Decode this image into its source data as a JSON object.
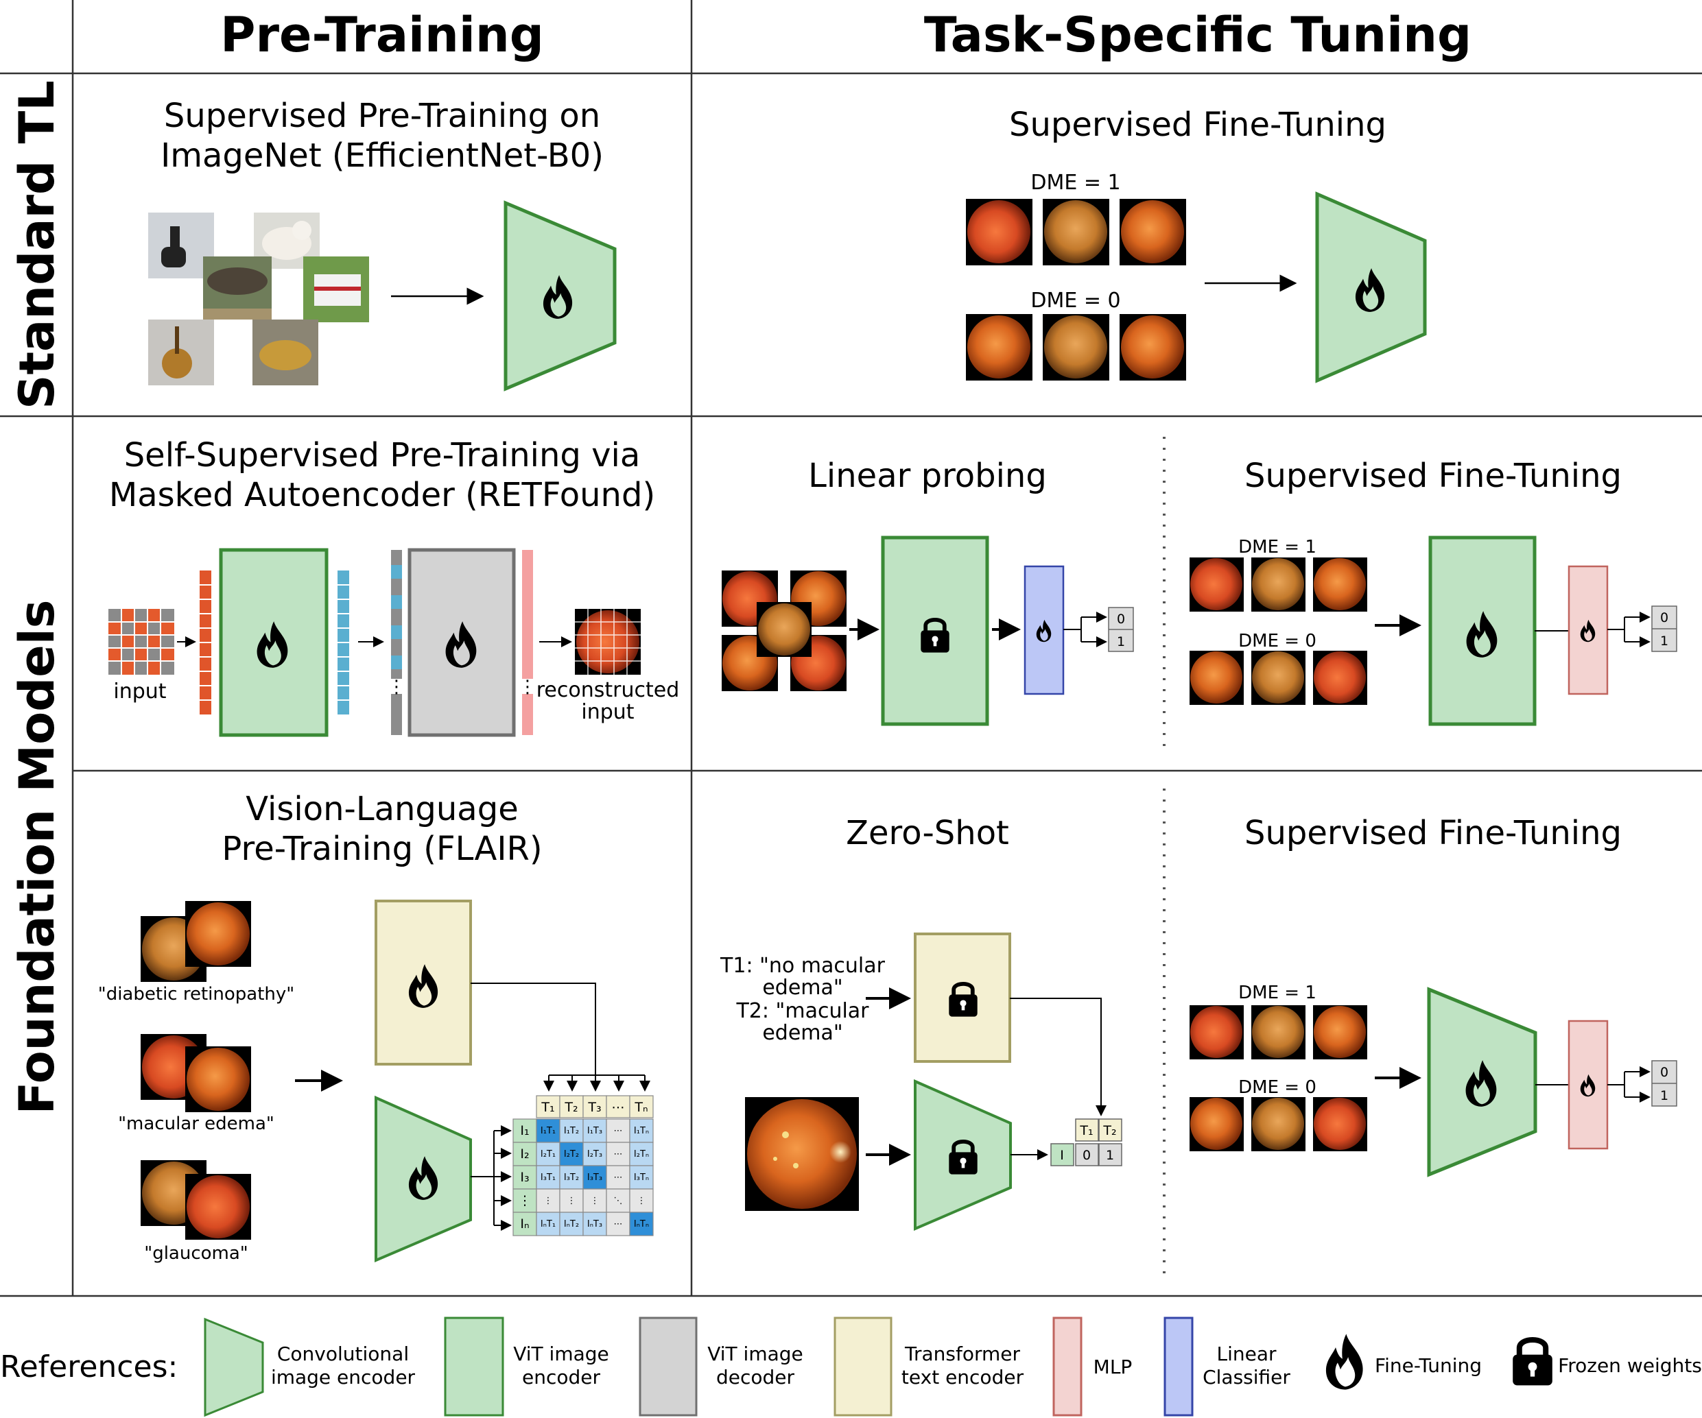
{
  "headers": {
    "pretraining": "Pre-Training",
    "task_tuning": "Task-Specific Tuning",
    "row_standard": "Standard TL",
    "row_foundation": "Foundation Models"
  },
  "standard": {
    "pretrain_title_1": "Supervised Pre-Training on",
    "pretrain_title_2": "ImageNet (EfficientNet-B0)",
    "finetune_title": "Supervised Fine-Tuning",
    "dme1": "DME = 1",
    "dme0": "DME = 0"
  },
  "mae": {
    "title_1": "Self-Supervised Pre-Training via",
    "title_2": "Masked Autoencoder (RETFound)",
    "input_label": "input",
    "recon_label_1": "reconstructed",
    "recon_label_2": "input",
    "vdots": "⋮"
  },
  "linear_probe": {
    "title": "Linear probing",
    "out0": "0",
    "out1": "1"
  },
  "ft_mid": {
    "title": "Supervised Fine-Tuning",
    "dme1": "DME = 1",
    "dme0": "DME = 0",
    "out0": "0",
    "out1": "1"
  },
  "flair": {
    "title_1": "Vision-Language",
    "title_2": "Pre-Training (FLAIR)",
    "caption_1": "\"diabetic retinopathy\"",
    "caption_2": "\"macular edema\"",
    "caption_3": "\"glaucoma\"",
    "col_headers": [
      "T₁",
      "T₂",
      "T₃",
      "⋯",
      "Tₙ"
    ],
    "row_headers": [
      "I₁",
      "I₂",
      "I₃",
      "⋮",
      "Iₙ"
    ],
    "cells": [
      [
        "I₁T₁",
        "I₁T₂",
        "I₁T₃",
        "⋯",
        "I₁Tₙ"
      ],
      [
        "I₂T₁",
        "I₂T₂",
        "I₂T₃",
        "⋯",
        "I₂Tₙ"
      ],
      [
        "I₃T₁",
        "I₃T₂",
        "I₃T₃",
        "⋯",
        "I₃Tₙ"
      ],
      [
        "⋮",
        "⋮",
        "⋮",
        "⋱",
        "⋮"
      ],
      [
        "IₙT₁",
        "IₙT₂",
        "IₙT₃",
        "⋯",
        "IₙTₙ"
      ]
    ]
  },
  "zero_shot": {
    "title": "Zero-Shot",
    "prompt_1": "T1: \"no macular",
    "prompt_2": "edema\"",
    "prompt_3": "T2: \"macular",
    "prompt_4": "edema\"",
    "t1": "T₁",
    "t2": "T₂",
    "i": "I",
    "v0": "0",
    "v1": "1"
  },
  "ft_bottom": {
    "title": "Supervised Fine-Tuning",
    "dme1": "DME = 1",
    "dme0": "DME = 0",
    "out0": "0",
    "out1": "1"
  },
  "legend": {
    "title": "References:",
    "conv_1": "Convolutional",
    "conv_2": "image encoder",
    "vit_enc_1": "ViT image",
    "vit_enc_2": "encoder",
    "vit_dec_1": "ViT image",
    "vit_dec_2": "decoder",
    "text_1": "Transformer",
    "text_2": "text encoder",
    "mlp": "MLP",
    "lin_1": "Linear",
    "lin_2": "Classifier",
    "finetune": "Fine-Tuning",
    "frozen": "Frozen weights"
  },
  "colors": {
    "green_fill": "#bfe3c3",
    "green_stroke": "#3a8a36",
    "gray_fill": "#d3d3d3",
    "gray_stroke": "#707070",
    "yellow_fill": "#f4f0d2",
    "yellow_stroke": "#a39e63",
    "pink_fill": "#f3d3d1",
    "pink_stroke": "#c0645e",
    "blue_fill": "#bcc7f6",
    "blue_stroke": "#3445a8"
  }
}
